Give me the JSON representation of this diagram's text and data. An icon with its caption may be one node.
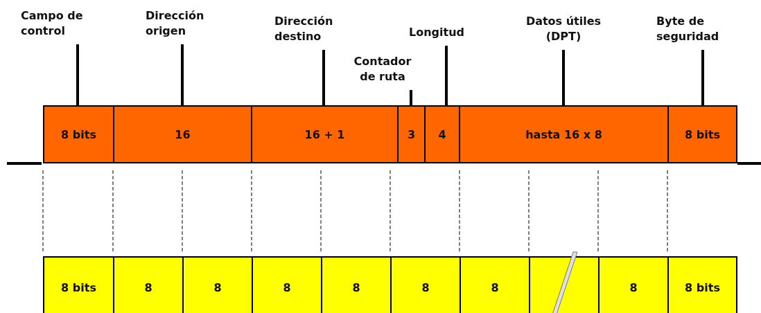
{
  "diagram": {
    "nodes": [
      {
        "text": [
          "Campo de control"
        ]
      },
      {
        "text": [
          "Dirección origen"
        ]
      },
      {
        "text": [
          "Dirección destino"
        ]
      },
      {
        "text": [
          "Contador de ruta"
        ]
      },
      {
        "text": [
          "Longitud"
        ]
      },
      {
        "text": [
          "Datos útiles (DPT)"
        ]
      },
      {
        "text": [
          "Byte de seguridad"
        ]
      },
      {
        "text": [
          "8 bits"
        ]
      },
      {
        "text": [
          "16"
        ]
      },
      {
        "text": [
          "16 + 1"
        ]
      },
      {
        "text": [
          "3"
        ]
      },
      {
        "text": [
          "4"
        ]
      },
      {
        "text": [
          "hasta 16 x 8"
        ]
      },
      {
        "text": [
          "8 bits"
        ]
      },
      {
        "text": [
          "8 bits"
        ]
      },
      {
        "text": [
          "8"
        ]
      },
      {
        "text": [
          "8"
        ]
      },
      {
        "text": [
          "8"
        ]
      },
      {
        "text": [
          "8"
        ]
      },
      {
        "text": [
          "8"
        ]
      },
      {
        "text": [
          "8"
        ]
      },
      {
        "text": [],
        "shape": "box"
      },
      {
        "text": [
          "8"
        ]
      },
      {
        "text": [
          "8 bits"
        ]
      }
    ],
    "edges": [
      {
        "from": 0,
        "to": 7,
        "arrow": "none"
      },
      {
        "from": 1,
        "to": 8,
        "arrow": "none"
      },
      {
        "from": 2,
        "to": 9,
        "arrow": "none"
      },
      {
        "from": 3,
        "to": 10,
        "arrow": "none"
      },
      {
        "from": 4,
        "to": 11,
        "arrow": "none"
      },
      {
        "from": 5,
        "to": 12,
        "arrow": "none"
      },
      {
        "from": 6,
        "to": 13,
        "arrow": "none"
      }
    ]
  }
}
